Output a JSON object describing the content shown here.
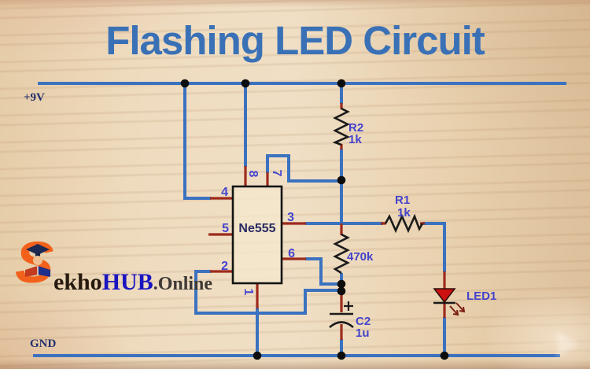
{
  "title": "Flashing LED Circuit",
  "rails": {
    "top_label": "+9V",
    "bottom_label": "GND"
  },
  "ic": {
    "name": "Ne555",
    "pins": {
      "p1": "1",
      "p2": "2",
      "p3": "3",
      "p4": "4",
      "p5": "5",
      "p6": "6",
      "p7": "7",
      "p8": "8"
    }
  },
  "components": {
    "r2": {
      "ref": "R2",
      "value": "1k"
    },
    "r1": {
      "ref": "R1",
      "value": "1k"
    },
    "rt": {
      "value": "470k"
    },
    "c2": {
      "ref": "C2",
      "value": "1u",
      "polarity": "+"
    },
    "led": {
      "ref": "LED1"
    }
  },
  "logo": {
    "s_letter": "S",
    "part_ekho": "ekho",
    "part_hub": "HUB",
    "part_online": ".Online"
  },
  "colors": {
    "wire_blue": "#3b72c0",
    "stub_red": "#9c2a1c",
    "component_black": "#1a1a1a",
    "label_blue": "#4343cb",
    "navy_text": "#23306e",
    "title_blue": "#3a71b6",
    "led_red": "#cc1010",
    "logo_orange": "#f2611c",
    "logo_blue": "#1b15c0"
  }
}
